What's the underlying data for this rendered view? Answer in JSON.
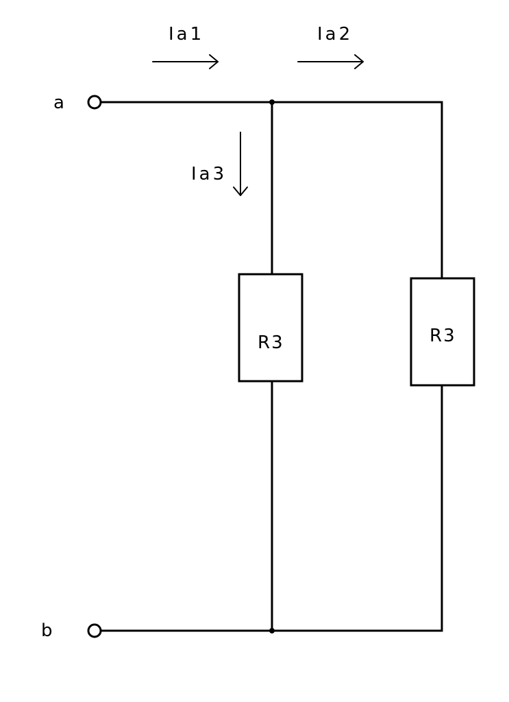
{
  "terminals": {
    "top": "a",
    "bottom": "b"
  },
  "currents": {
    "ia1": "Ia1",
    "ia2": "Ia2",
    "ia3": "Ia3"
  },
  "resistors": {
    "left": "R3",
    "right": "R3"
  },
  "colors": {
    "stroke": "#000000",
    "background": "#ffffff"
  }
}
